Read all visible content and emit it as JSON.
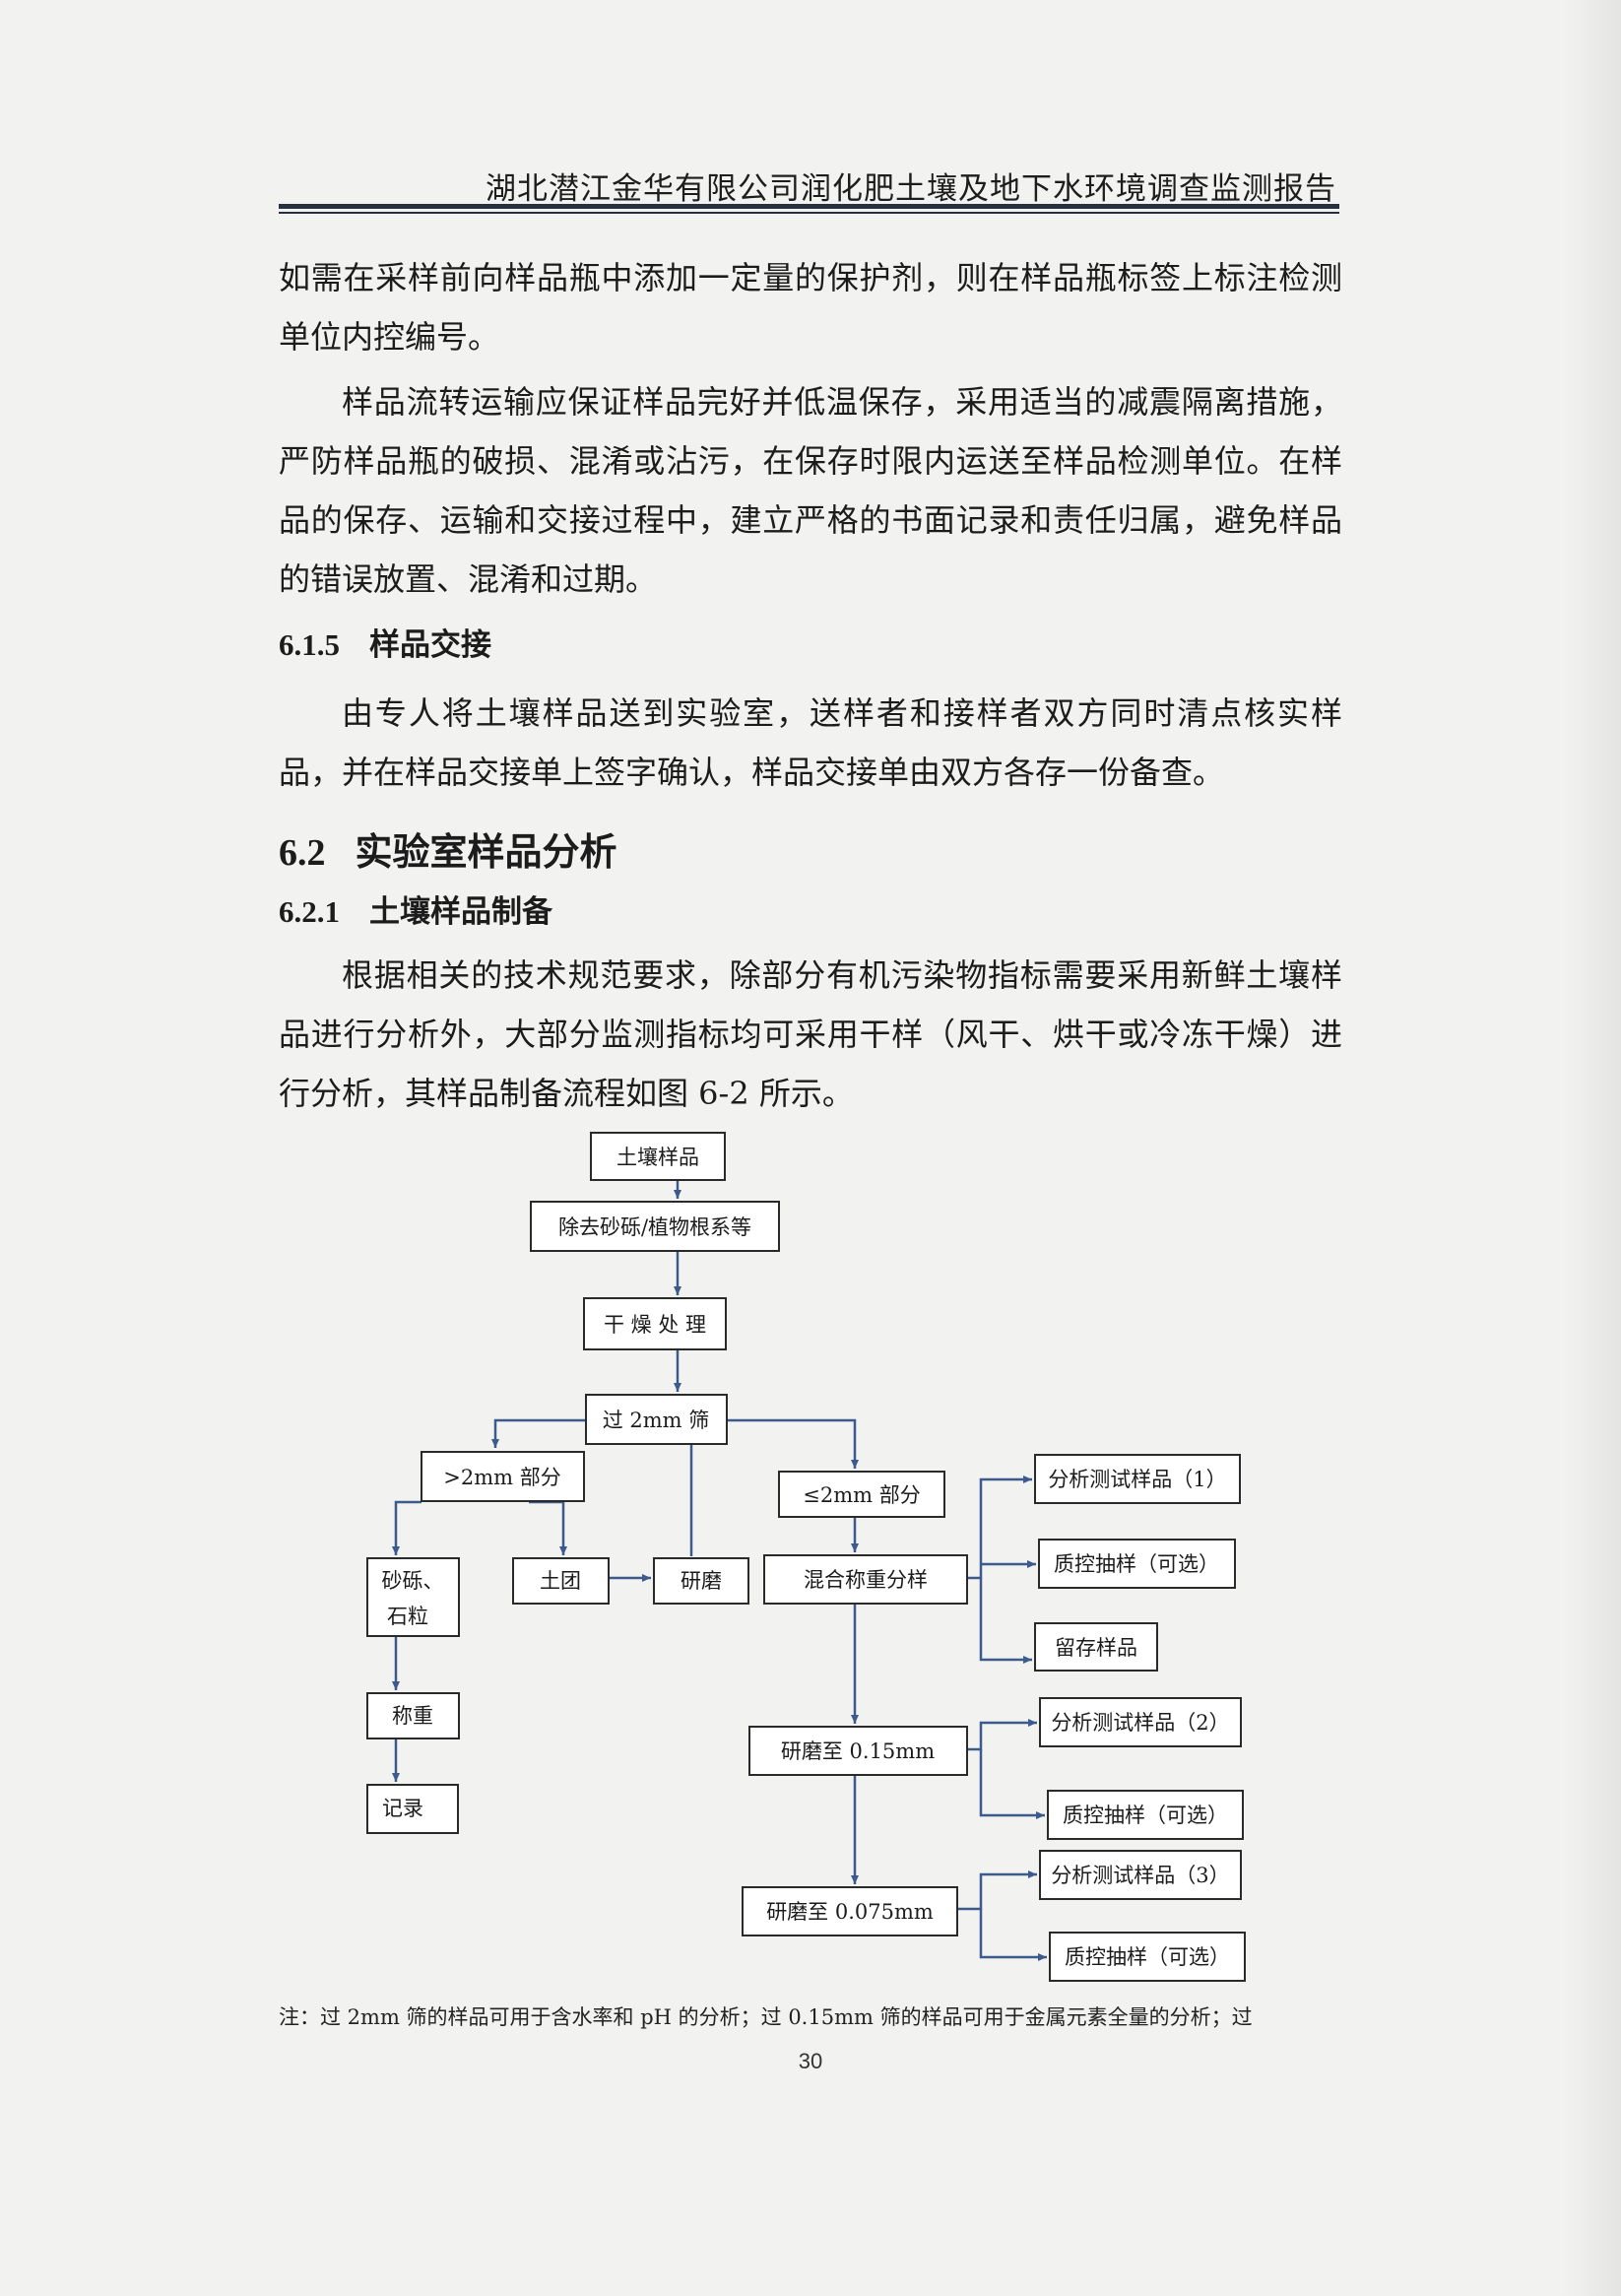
{
  "header": {
    "title": "湖北潜江金华有限公司润化肥土壤及地下水环境调查监测报告"
  },
  "paragraphs": [
    "如需在采样前向样品瓶中添加一定量的保护剂，则在样品瓶标签上标注检测单位内控编号。",
    "样品流转运输应保证样品完好并低温保存，采用适当的减震隔离措施，严防样品瓶的破损、混淆或沾污，在保存时限内运送至样品检测单位。在样品的保存、运输和交接过程中，建立严格的书面记录和责任归属，避免样品的错误放置、混淆和过期。",
    "由专人将土壤样品送到实验室，送样者和接样者双方同时清点核实样品，并在样品交接单上签字确认，样品交接单由双方各存一份备查。",
    "根据相关的技术规范要求，除部分有机污染物指标需要采用新鲜土壤样品进行分析外，大部分监测指标均可采用干样（风干、烘干或冷冻干燥）进行分析，其样品制备流程如图 6-2 所示。"
  ],
  "sections": {
    "s615": {
      "number": "6.1.5",
      "title": "样品交接"
    },
    "s62": {
      "number": "6.2",
      "title": "实验室样品分析"
    },
    "s621": {
      "number": "6.2.1",
      "title": "土壤样品制备"
    }
  },
  "flowchart": {
    "soil_sample": "土壤样品",
    "remove_debris": "除去砂砾/植物根系等",
    "drying": "干 燥 处 理",
    "sieve_2mm": "过 2mm 筛",
    "coarse_fraction": ">2mm 部分",
    "fine_fraction": "≤2mm 部分",
    "gravel_line1": "砂砾、",
    "gravel_line2": "石粒",
    "soil_clod": "土团",
    "grind": "研磨",
    "mix_weigh_split": "混合称重分样",
    "weigh": "称重",
    "record": "记录",
    "test_sample_1": "分析测试样品（1）",
    "qc_sample": "质控抽样（可选）",
    "retained_sample": "留存样品",
    "grind_015": "研磨至 0.15mm",
    "test_sample_2": "分析测试样品（2）",
    "grind_0075": "研磨至 0.075mm",
    "test_sample_3": "分析测试样品（3）"
  },
  "note": "注：过 2mm 筛的样品可用于含水率和 pH 的分析；过 0.15mm 筛的样品可用于金属元素全量的分析；过",
  "page_number": "30"
}
